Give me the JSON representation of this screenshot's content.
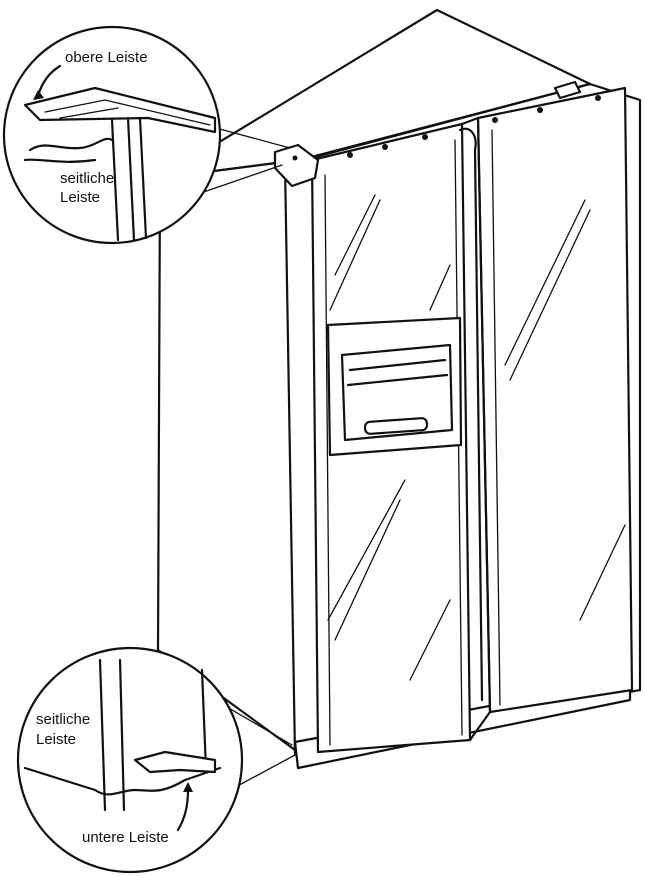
{
  "labels": {
    "top_detail": {
      "upper_strip": "obere Leiste",
      "side_strip_line1": "seitliche",
      "side_strip_line2": "Leiste"
    },
    "bottom_detail": {
      "side_strip_line1": "seitliche",
      "side_strip_line2": "Leiste",
      "lower_strip": "untere Leiste"
    }
  }
}
